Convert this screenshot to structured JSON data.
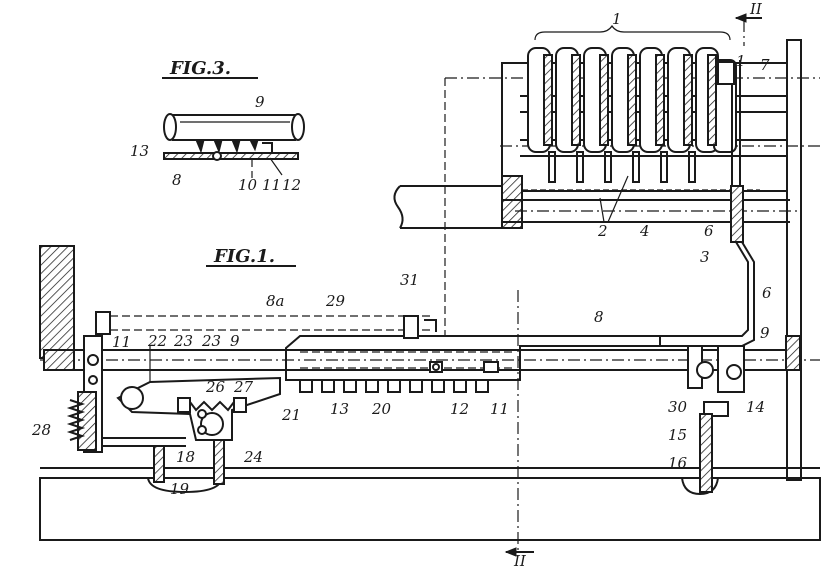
{
  "figure_titles": {
    "fig3": "FIG.3.",
    "fig1": "FIG.1."
  },
  "section_marks": {
    "top": "II",
    "bottom": "II"
  },
  "labels": {
    "l1a": "1",
    "l1b": "1",
    "l2": "2",
    "l3": "3",
    "l4": "4",
    "l6a": "6",
    "l6b": "6",
    "l7": "7",
    "l8": "8",
    "l8a": "8a",
    "l9a": "9",
    "l9b": "9",
    "l9c": "9",
    "l10": "10",
    "l11a": "11",
    "l11b": "11",
    "l11c": "11",
    "l12a": "12",
    "l12b": "12",
    "l13a": "13",
    "l13b": "13",
    "l14": "14",
    "l15": "15",
    "l16": "16",
    "l18": "18",
    "l19": "19",
    "l20": "20",
    "l21": "21",
    "l22": "22",
    "l23a": "23",
    "l23b": "23",
    "l24": "24",
    "l26": "26",
    "l27": "27",
    "l28": "28",
    "l29": "29",
    "l30": "30",
    "l31": "31",
    "l8b": "8"
  },
  "colors": {
    "ink": "#1a1a1a",
    "paper": "#ffffff"
  }
}
